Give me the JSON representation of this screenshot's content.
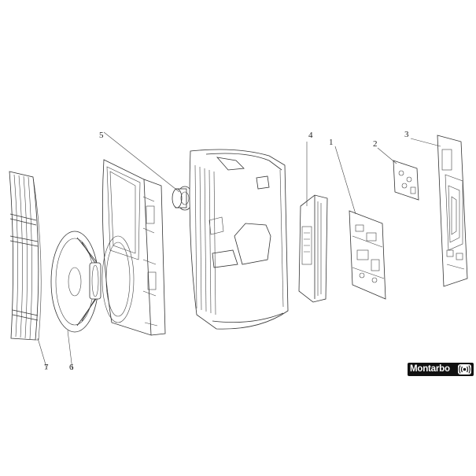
{
  "diagram": {
    "part_numbers": [
      "1",
      "2",
      "3",
      "4",
      "5",
      "6",
      "7"
    ],
    "brand": "Montarbo",
    "brand_icon": "speaker-wave-icon",
    "colors": {
      "line": "#333333",
      "background": "#ffffff",
      "logo_bg": "#111111",
      "logo_fg": "#ffffff"
    }
  }
}
